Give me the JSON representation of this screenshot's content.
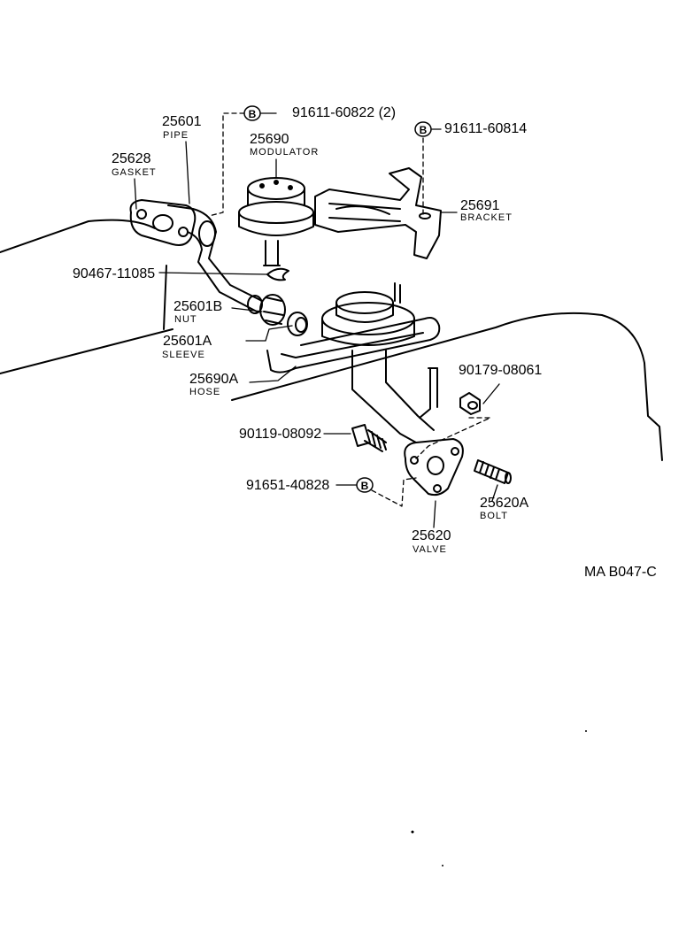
{
  "diagram_code": "MA B047-C",
  "callout_symbol": "B",
  "parts": {
    "pipe": {
      "number": "25601",
      "name": "PIPE"
    },
    "gasket": {
      "number": "25628",
      "name": "GASKET"
    },
    "modulator": {
      "number": "25690",
      "name": "MODULATOR"
    },
    "bracket": {
      "number": "25691",
      "name": "BRACKET"
    },
    "nut": {
      "number": "25601B",
      "name": "NUT"
    },
    "sleeve": {
      "number": "25601A",
      "name": "SLEEVE"
    },
    "hose": {
      "number": "25690A",
      "name": "HOSE"
    },
    "bolt": {
      "number": "25620A",
      "name": "BOLT"
    },
    "valve": {
      "number": "25620",
      "name": "VALVE"
    }
  },
  "fasteners": {
    "screw_top": "91611-60822 (2)",
    "screw_bracket": "91611-60814",
    "clip": "90467-11085",
    "nut_right": "90179-08061",
    "bolt_left": "90119-08092",
    "bolt_valve": "91651-40828"
  }
}
